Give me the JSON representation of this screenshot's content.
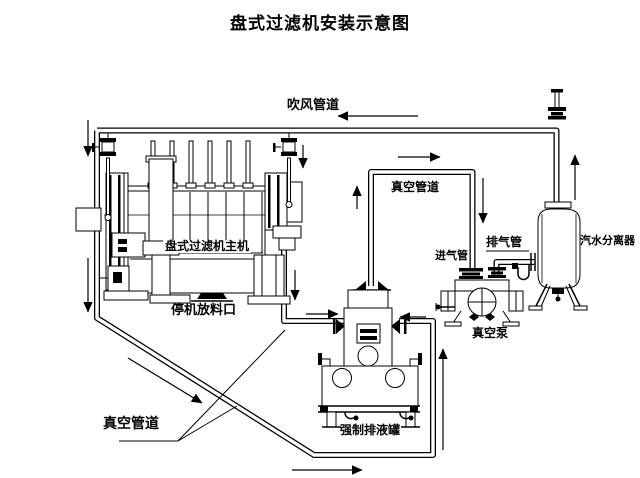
{
  "title": "盘式过滤机安装示意图",
  "colors": {
    "background": "#ffffff",
    "line": "#000000"
  },
  "labels": {
    "blow_pipe": "吹风管道",
    "vacuum_pipe_top": "真空管道",
    "main_machine": "盘式过滤机主机",
    "discharge_port": "停机放料口",
    "vacuum_pipe_bottom": "真空管道",
    "forced_drain_tank": "强制排液罐",
    "vacuum_pump": "真空泵",
    "intake_pipe": "进气管",
    "exhaust_pipe": "排气管",
    "steam_water_separator": "汽水分离器"
  }
}
